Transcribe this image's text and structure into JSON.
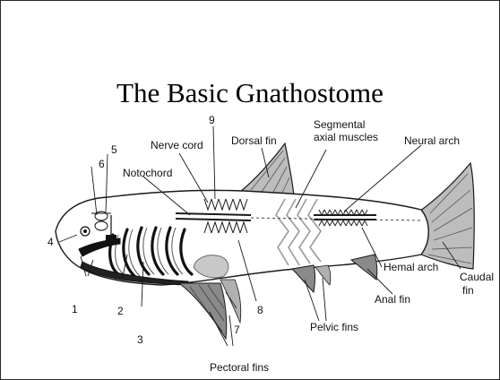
{
  "title": "The Basic Gnathostome",
  "labels": {
    "nerve_cord": "Nerve cord",
    "notochord": "Notochord",
    "dorsal_fin": "Dorsal fin",
    "segmental": "Segmental",
    "axial_muscles": "axial muscles",
    "neural_arch": "Neural arch",
    "hemal_arch": "Hemal arch",
    "caudal": "Caudal",
    "fin": "fin",
    "anal_fin": "Anal fin",
    "pelvic_fins": "Pelvic fins",
    "pectoral_fins": "Pectoral fins",
    "n1": "1",
    "n2": "2",
    "n3": "3",
    "n4": "4",
    "n5": "5",
    "n6": "6",
    "n7": "7",
    "n8": "8",
    "n9": "9"
  },
  "colors": {
    "ink": "#1a1a1a",
    "fin_gray": "#8a8a8a",
    "muscle_gray": "#9a9a9a",
    "fill": "#ffffff"
  }
}
